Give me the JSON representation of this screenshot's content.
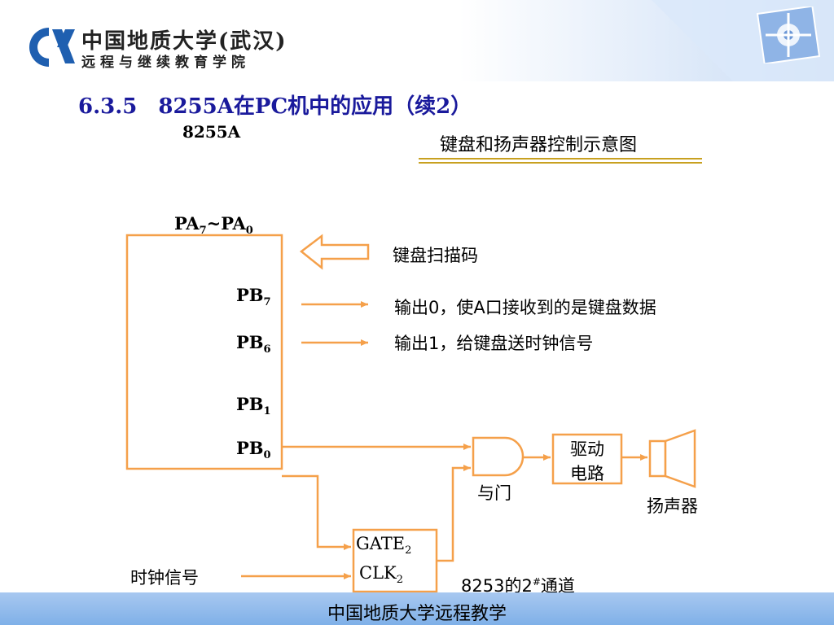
{
  "header": {
    "logo_line1": "中国地质大学(武汉)",
    "logo_line2": "远程与继续教育学院"
  },
  "title": "6.3.5　8255A在PC机中的应用（续2）",
  "chip_label": "8255A",
  "diagram_title": "键盘和扬声器控制示意图",
  "ports": {
    "pa_main": "PA",
    "pa_sub7": "7",
    "pa_mid": "~PA",
    "pa_sub0": "0",
    "pb7_main": "PB",
    "pb7_sub": "7",
    "pb6_main": "PB",
    "pb6_sub": "6",
    "pb1_main": "PB",
    "pb1_sub": "1",
    "pb0_main": "PB",
    "pb0_sub": "0"
  },
  "labels": {
    "scan_code": "键盘扫描码",
    "pb7_desc": "输出0，使A口接收到的是键盘数据",
    "pb6_desc": "输出1，给键盘送时钟信号",
    "and_gate": "与门",
    "driver_line1": "驱动",
    "driver_line2": "电路",
    "speaker": "扬声器",
    "gate2_main": "GATE",
    "gate2_sub": "2",
    "clk2_main": "CLK",
    "clk2_sub": "2",
    "clock_signal": "时钟信号",
    "channel_main": "8253的2",
    "channel_sup": "#",
    "channel_tail": "通道"
  },
  "footer": {
    "text": "中国地质大学远程教学"
  },
  "colors": {
    "accent": "#f5a04a",
    "title_blue": "#1a1a9c",
    "footer_blue": "#8fbaec"
  }
}
